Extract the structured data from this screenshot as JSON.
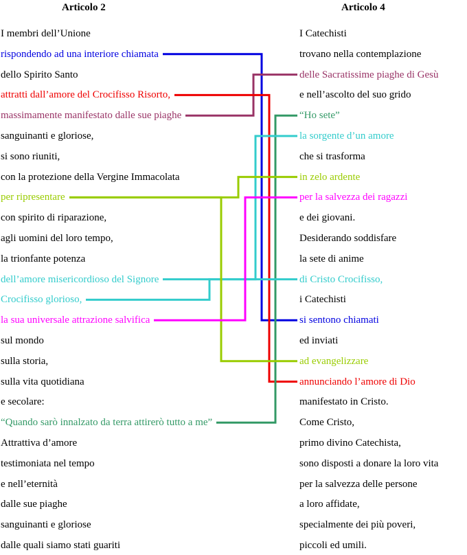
{
  "heading_left": "Articolo 2",
  "heading_right": "Articolo 4",
  "colors": {
    "black": "#000000",
    "blue": "#0000e0",
    "purple": "#993366",
    "red": "#ee0000",
    "green": "#339966",
    "cyan": "#33cccc",
    "lime": "#99cc00",
    "magenta": "#ff00ff",
    "orange": "#ff6600"
  },
  "left_lines": [
    {
      "text": "I membri dell’Unione",
      "color": "black"
    },
    {
      "text": "rispondendo ad una interiore chiamata",
      "color": "blue"
    },
    {
      "text": "dello Spirito Santo",
      "color": "black"
    },
    {
      "text": "attratti dall’amore del Crocifisso Risorto,",
      "color": "red"
    },
    {
      "text": "massimamente manifestato dalle sue piaghe",
      "color": "purple"
    },
    {
      "text": "sanguinanti e gloriose,",
      "color": "black"
    },
    {
      "text": "si sono riuniti,",
      "color": "black"
    },
    {
      "text": "con la protezione della Vergine Immacolata",
      "color": "black"
    },
    {
      "text": "per ripresentare",
      "color": "lime"
    },
    {
      "text": "con spirito di riparazione,",
      "color": "black"
    },
    {
      "text": "agli uomini del loro tempo,",
      "color": "black"
    },
    {
      "text": "la trionfante potenza",
      "color": "black"
    },
    {
      "text": "dell’amore misericordioso del Signore",
      "color": "cyan"
    },
    {
      "text": "Crocifisso glorioso,",
      "color": "cyan"
    },
    {
      "text": "la sua universale attrazione salvifica",
      "color": "magenta"
    },
    {
      "text": "sul mondo",
      "color": "black"
    },
    {
      "text": "sulla storia,",
      "color": "black"
    },
    {
      "text": "sulla vita quotidiana",
      "color": "black"
    },
    {
      "text": "e secolare:",
      "color": "black"
    },
    {
      "text": "“Quando sarò innalzato da terra attirerò tutto a me”",
      "color": "green"
    },
    {
      "text": "Attrattiva d’amore",
      "color": "black"
    },
    {
      "text": "testimoniata nel tempo",
      "color": "black"
    },
    {
      "text": "e nell’eternità",
      "color": "black"
    },
    {
      "text": "dalle sue piaghe",
      "color": "black"
    },
    {
      "text": "sanguinanti e gloriose",
      "color": "black"
    },
    {
      "text": "dalle quali siamo stati guariti",
      "color": "black"
    }
  ],
  "right_lines": [
    {
      "text": "I Catechisti",
      "color": "black"
    },
    {
      "text": "trovano nella contemplazione",
      "color": "black"
    },
    {
      "text": "delle Sacratissime piaghe di Gesù",
      "color": "purple"
    },
    {
      "text": "e nell’ascolto del suo grido",
      "color": "black"
    },
    {
      "text": "“Ho sete”",
      "color": "green"
    },
    {
      "text": "la sorgente d’un amore",
      "color": "cyan"
    },
    {
      "text": "che si trasforma",
      "color": "black"
    },
    {
      "text": "in zelo ardente",
      "color": "lime"
    },
    {
      "text": "per la salvezza dei ragazzi",
      "color": "magenta"
    },
    {
      "text": "e dei giovani.",
      "color": "black"
    },
    {
      "text": "Desiderando soddisfare",
      "color": "black"
    },
    {
      "text": "la sete di anime",
      "color": "black"
    },
    {
      "text": "di Cristo Crocifisso,",
      "color": "cyan"
    },
    {
      "text": "i Catechisti",
      "color": "black"
    },
    {
      "text": "si sentono chiamati",
      "color": "blue"
    },
    {
      "text": "ed inviati",
      "color": "black"
    },
    {
      "text": "ad evangelizzare",
      "color": "lime"
    },
    {
      "text": "annunciando l’amore di Dio",
      "color": "red"
    },
    {
      "text": "manifestato in Cristo.",
      "color": "black"
    },
    {
      "text": "Come Cristo,",
      "color": "black"
    },
    {
      "text": "primo divino Catechista,",
      "color": "black"
    },
    {
      "text": "sono disposti a donare la loro vita",
      "color": "black"
    },
    {
      "text": "per la salvezza delle persone",
      "color": "black"
    },
    {
      "text": "a loro affidate,",
      "color": "black"
    },
    {
      "text": "specialmente dei più poveri,",
      "color": "black"
    },
    {
      "text": "piccoli ed umili.",
      "color": "black"
    }
  ],
  "connectors": [
    {
      "color": "blue",
      "from": "left",
      "from_line": 1,
      "to_line": 14
    },
    {
      "color": "purple",
      "from": "left",
      "from_line": 4,
      "to_line": 2
    },
    {
      "color": "red",
      "from": "left",
      "from_line": 3,
      "to_line": 17
    },
    {
      "color": "green",
      "from": "right",
      "from_line": 4,
      "to_line": 19
    },
    {
      "color": "cyan",
      "from": "left",
      "from_line": 12,
      "to_line": 5
    },
    {
      "color": "cyan",
      "from": "left",
      "from_line": 13,
      "to_line": 12
    },
    {
      "color": "lime",
      "from": "left",
      "from_line": 8,
      "to_line": 7
    },
    {
      "color": "lime",
      "from": "left",
      "from_line": 8,
      "to_line": 16
    },
    {
      "color": "magenta",
      "from": "left",
      "from_line": 14,
      "to_line": 8
    }
  ]
}
